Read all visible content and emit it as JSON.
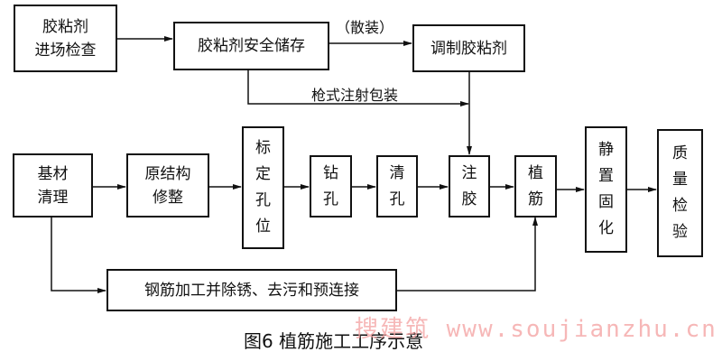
{
  "boxes": {
    "incoming_inspection": [
      "胶粘剂",
      "进场检查"
    ],
    "safe_storage": "胶粘剂安全储存",
    "mix_adhesive": "调制胶粘剂",
    "substrate_clean": [
      "基材",
      "清理"
    ],
    "structure_trim": [
      "原结构",
      "修整"
    ],
    "mark_position": [
      "标",
      "定",
      "孔",
      "位"
    ],
    "drill": [
      "钻",
      "孔"
    ],
    "clean_hole": [
      "清",
      "孔"
    ],
    "inject": [
      "注",
      "胶"
    ],
    "plant_rebar": [
      "植",
      "筋"
    ],
    "cure": [
      "静",
      "置",
      "固",
      "化"
    ],
    "quality_check": [
      "质",
      "量",
      "检",
      "验"
    ],
    "rebar_process": "钢筋加工并除锈、去污和预连接"
  },
  "labels": {
    "bulk": "（散装）",
    "gun_pack": "枪式注射包装"
  },
  "caption": "图6  植筋施工工序示意",
  "watermark": "搜建筑 www.soujianzhu.cn"
}
